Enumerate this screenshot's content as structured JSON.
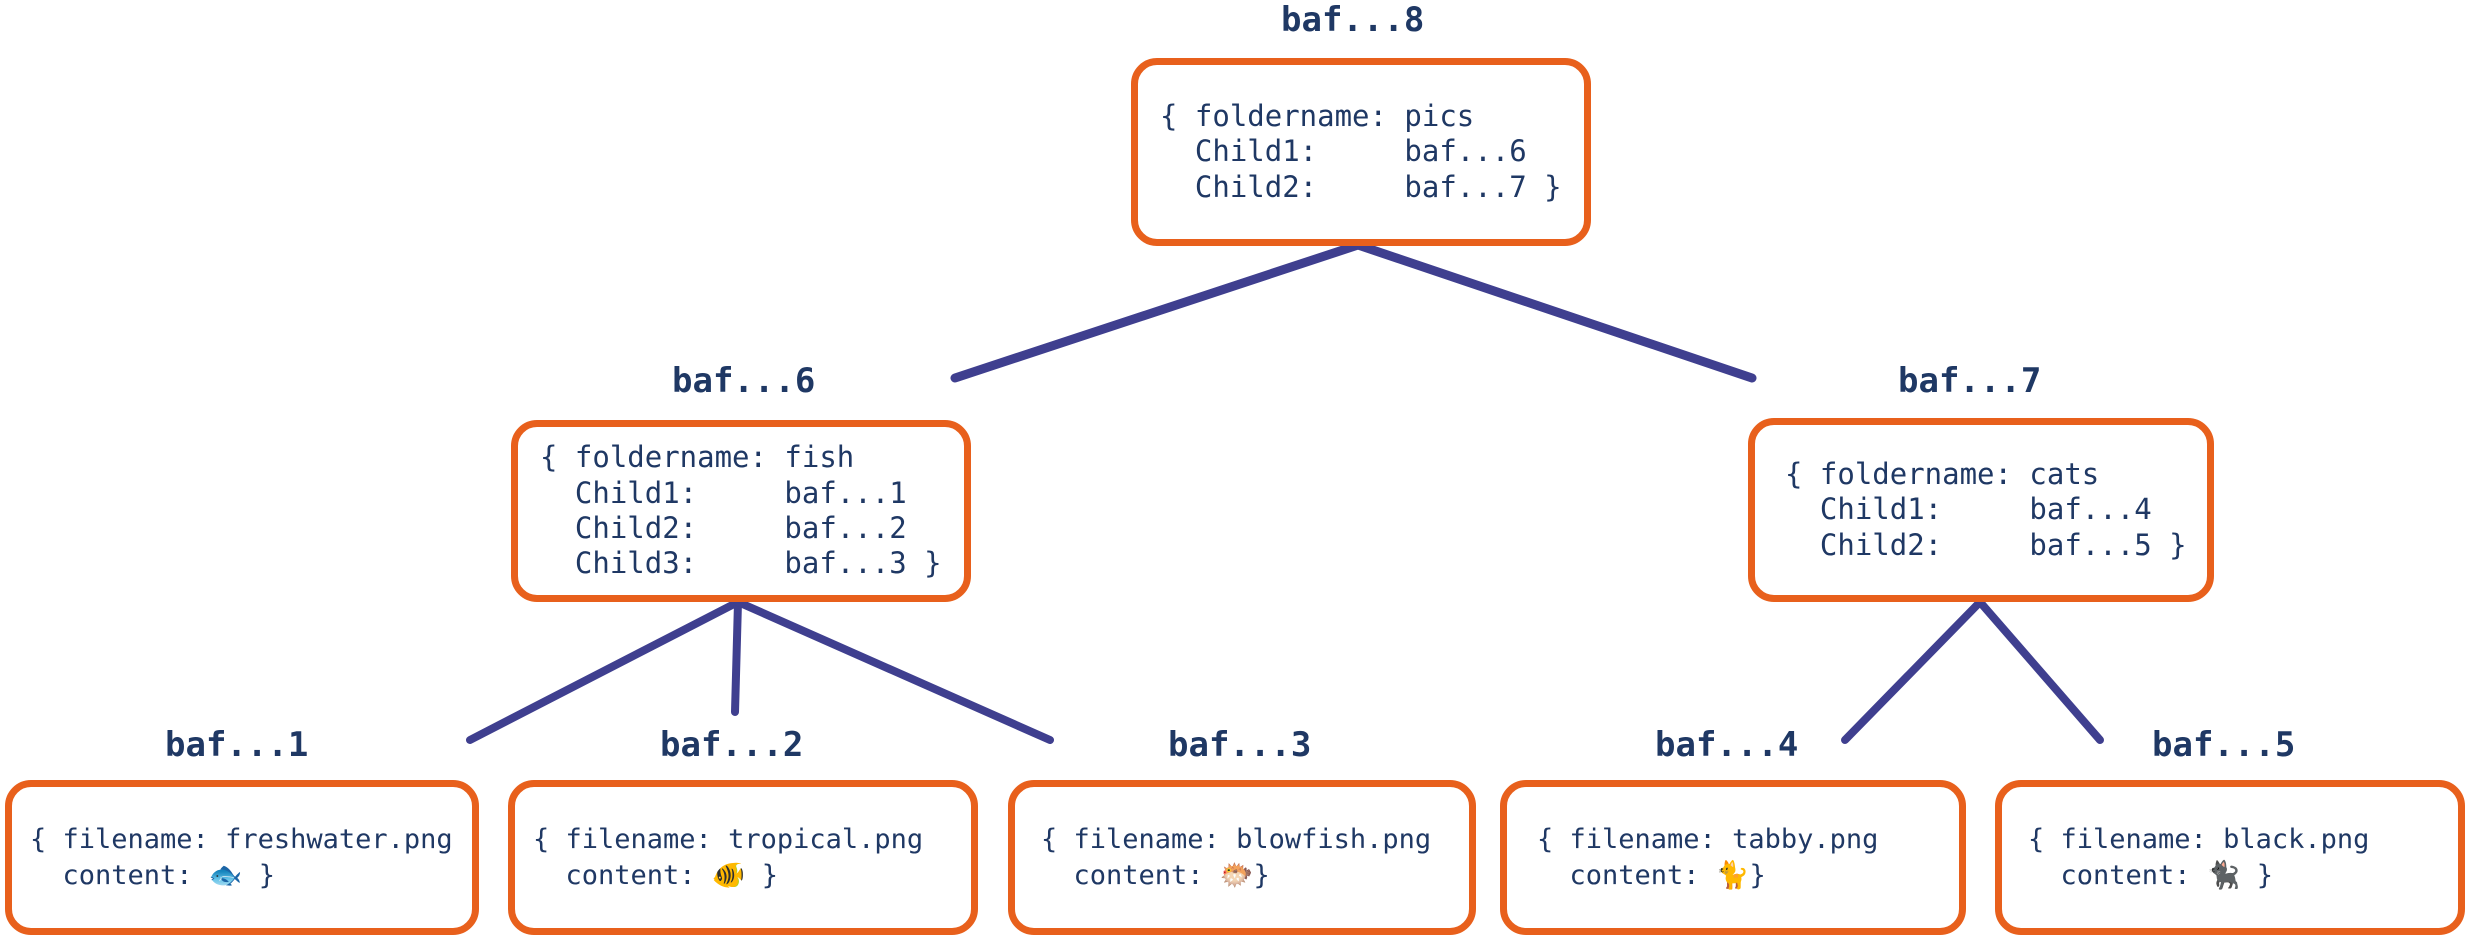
{
  "diagram": {
    "type": "merkle-dag-file-tree",
    "colors": {
      "box_border": "#E8601C",
      "text": "#1F3864",
      "edge": "#3F3F8F",
      "background": "#FFFFFF"
    },
    "nodes": [
      {
        "id": "root",
        "label": "baf...8",
        "kind": "folder",
        "lines": [
          "{ foldername: pics",
          "  Child1:     baf...6",
          "  Child2:     baf...7 }"
        ],
        "foldername": "pics",
        "children": [
          "baf...6",
          "baf...7"
        ]
      },
      {
        "id": "fish",
        "label": "baf...6",
        "kind": "folder",
        "lines": [
          "{ foldername: fish",
          "  Child1:     baf...1",
          "  Child2:     baf...2",
          "  Child3:     baf...3 }"
        ],
        "foldername": "fish",
        "children": [
          "baf...1",
          "baf...2",
          "baf...3"
        ]
      },
      {
        "id": "cats",
        "label": "baf...7",
        "kind": "folder",
        "lines": [
          "{ foldername: cats",
          "  Child1:     baf...4",
          "  Child2:     baf...5 }"
        ],
        "foldername": "cats",
        "children": [
          "baf...4",
          "baf...5"
        ]
      },
      {
        "id": "freshwater",
        "label": "baf...1",
        "kind": "file",
        "filename_line": "{ filename: freshwater.png",
        "content_prefix": "  content: ",
        "content_emoji": "🐟",
        "content_icon": "fish-emoji",
        "content_suffix": " }",
        "filename": "freshwater.png"
      },
      {
        "id": "tropical",
        "label": "baf...2",
        "kind": "file",
        "filename_line": "{ filename: tropical.png",
        "content_prefix": "  content: ",
        "content_emoji": "🐠",
        "content_icon": "tropical-fish-emoji",
        "content_suffix": " }",
        "filename": "tropical.png"
      },
      {
        "id": "blowfish",
        "label": "baf...3",
        "kind": "file",
        "filename_line": "{ filename: blowfish.png",
        "content_prefix": "  content: ",
        "content_emoji": "🐡",
        "content_icon": "blowfish-emoji",
        "content_suffix": "}",
        "filename": "blowfish.png"
      },
      {
        "id": "tabby",
        "label": "baf...4",
        "kind": "file",
        "filename_line": "{ filename: tabby.png",
        "content_prefix": "  content: ",
        "content_emoji": "🐈",
        "content_icon": "cat-emoji",
        "content_suffix": "}",
        "filename": "tabby.png"
      },
      {
        "id": "black",
        "label": "baf...5",
        "kind": "file",
        "filename_line": "{ filename: black.png",
        "content_prefix": "  content: ",
        "content_emoji": "🐈‍⬛",
        "content_icon": "black-cat-emoji",
        "content_suffix": " }",
        "filename": "black.png"
      }
    ]
  }
}
